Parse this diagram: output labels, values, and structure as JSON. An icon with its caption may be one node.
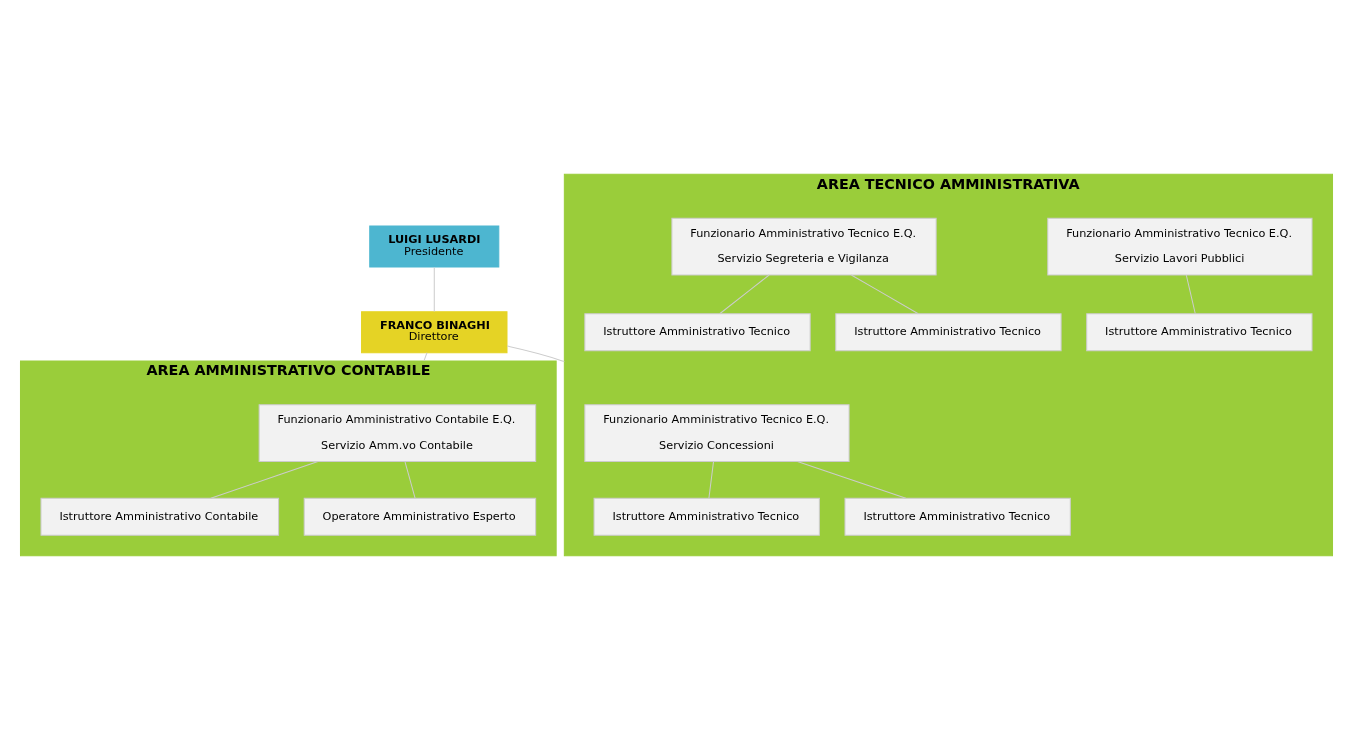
{
  "diagram": {
    "nodes": [
      {
        "text": [
          "LUIGI LUSARDI",
          "Presidente"
        ]
      },
      {
        "text": [
          "FRANCO BINAGHI",
          "Direttore"
        ]
      },
      {
        "text": [
          "AREA AMMINISTRATIVO CONTABILE"
        ]
      },
      {
        "text": [
          "Funzionario Amministrativo Contabile E.Q.",
          "Servizio Amm.vo Contabile"
        ],
        "in": 2
      },
      {
        "text": [
          "Istruttore Amministrativo Contabile"
        ],
        "in": 2
      },
      {
        "text": [
          "Operatore Amministrativo Esperto"
        ],
        "in": 2
      },
      {
        "text": [
          "AREA TECNICO AMMINISTRATIVA"
        ]
      },
      {
        "text": [
          "Funzionario Amministrativo Tecnico E.Q.",
          "Servizio Concessioni"
        ],
        "in": 6
      },
      {
        "text": [
          "Istruttore Amministrativo Tecnico"
        ],
        "in": 6
      },
      {
        "text": [
          "Istruttore Amministrativo Tecnico"
        ],
        "in": 6
      },
      {
        "text": [
          "Funzionario Amministrativo Tecnico E.Q.",
          "Servizio Lavori Pubblici"
        ],
        "in": 6
      },
      {
        "text": [
          "Istruttore Amministrativo Tecnico"
        ],
        "in": 6
      },
      {
        "text": [
          "Funzionario Amministrativo Tecnico E.Q.",
          "Servizio Segreteria e Vigilanza"
        ],
        "in": 6
      },
      {
        "text": [
          "Istruttore Amministrativo Tecnico"
        ],
        "in": 6
      },
      {
        "text": [
          "Istruttore Amministrativo Tecnico"
        ],
        "in": 6
      }
    ],
    "edges": [
      {
        "from": 0,
        "to": 1,
        "arrow": "none"
      },
      {
        "from": 1,
        "to": 2,
        "arrow": "none"
      },
      {
        "from": 1,
        "to": 6,
        "arrow": "none"
      },
      {
        "from": 3,
        "to": 4,
        "arrow": "none"
      },
      {
        "from": 3,
        "to": 5,
        "arrow": "none"
      },
      {
        "from": 7,
        "to": 8,
        "arrow": "none"
      },
      {
        "from": 7,
        "to": 9,
        "arrow": "none"
      },
      {
        "from": 10,
        "to": 11,
        "arrow": "none"
      },
      {
        "from": 12,
        "to": 13,
        "arrow": "none"
      },
      {
        "from": 12,
        "to": 14,
        "arrow": "none"
      }
    ]
  }
}
